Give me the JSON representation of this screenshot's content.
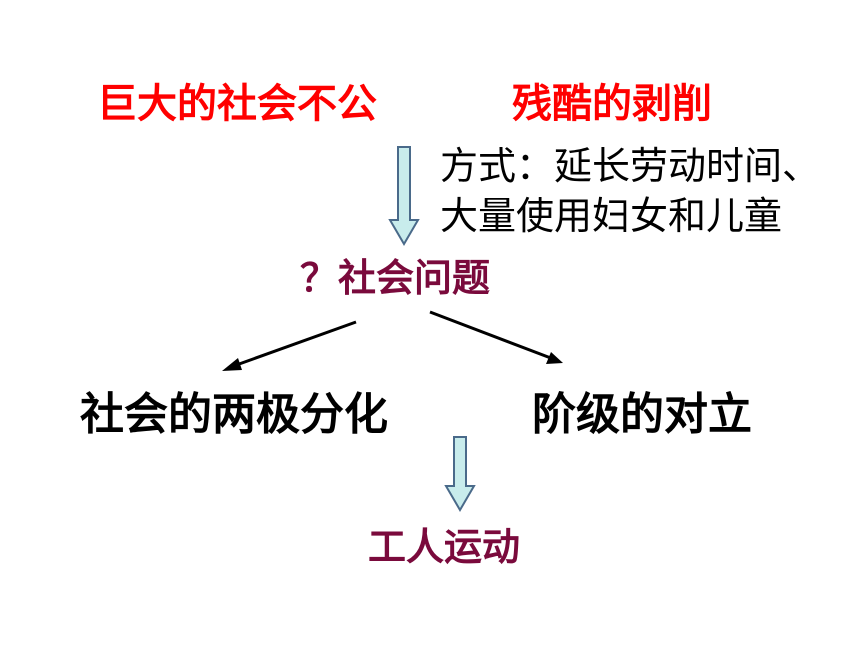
{
  "nodes": {
    "inequality": "巨大的社会不公",
    "exploitation": "残酷的剥削",
    "method_line1": "方式：延长劳动时间、",
    "method_line2": "大量使用妇女和儿童",
    "social_problem": "？社会问题",
    "polarization": "社会的两极分化",
    "class_opposition": "阶级的对立",
    "labor_movement": "工人运动"
  },
  "colors": {
    "red": "#ff0000",
    "maroon": "#7a0a3c",
    "arrow_fill": "#c8ecec",
    "arrow_stroke": "#4a6a8a",
    "line": "#000000"
  }
}
